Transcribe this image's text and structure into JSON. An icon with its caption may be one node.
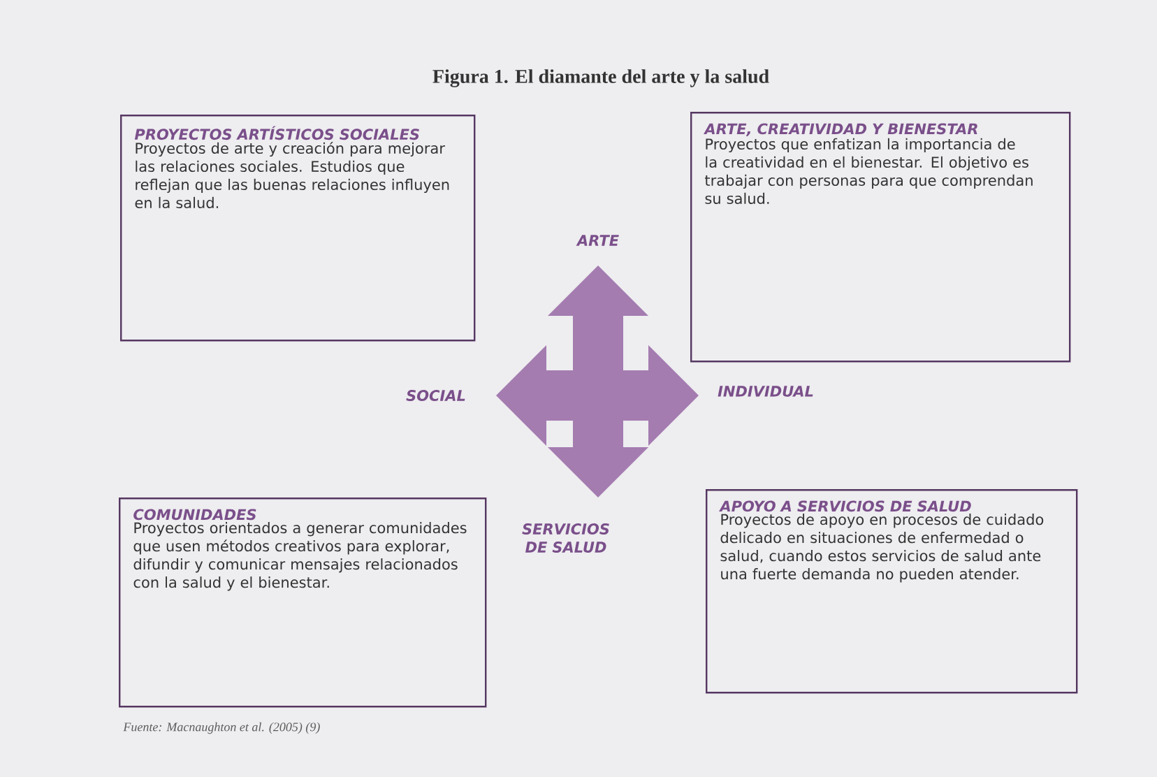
{
  "diagram": {
    "title": "Figura 1. El diamante del arte y la salud",
    "caption": "Fuente: Macnaughton et al. (2005) (9)",
    "nodes": [
      {
        "text": [
          "PROYECTOS ARTÍSTICOS SOCIALES",
          "Proyectos de arte y creación para mejorar las relaciones sociales. Estudios que reflejan que las buenas relaciones influyen en la salud."
        ]
      },
      {
        "text": [
          "ARTE, CREATIVIDAD Y BIENESTAR",
          "Proyectos que enfatizan la importancia de la creatividad en el bienestar. El objetivo es trabajar con personas para que comprendan su salud."
        ]
      },
      {
        "text": [
          "COMUNIDADES",
          "Proyectos orientados a generar comunidades que usen métodos creativos para explorar, difundir y comunicar mensajes relacionados con la salud y el bienestar."
        ]
      },
      {
        "text": [
          "APOYO A SERVICIOS DE SALUD",
          "Proyectos de apoyo en procesos de cuidado delicado en situaciones de enfermedad o salud, cuando estos servicios de salud ante una fuerte demanda no pueden atender."
        ]
      }
    ],
    "labels": [
      "ARTE",
      "SOCIAL",
      "INDIVIDUAL",
      "SERVICIOS DE SALUD"
    ]
  }
}
